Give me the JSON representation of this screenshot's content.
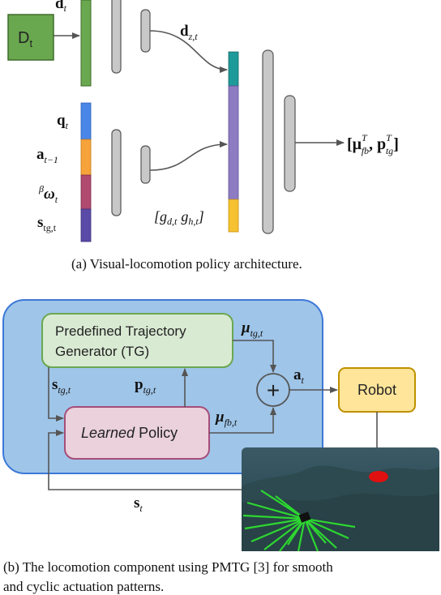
{
  "part_a": {
    "depth_input": "D",
    "depth_input_sub": "t",
    "depth_label": "d",
    "depth_label_sub": "t",
    "latent_label": "d",
    "latent_label_sub": "z,t",
    "state_labels": [
      {
        "main": "q",
        "sub": "t",
        "bold": true
      },
      {
        "main": "a",
        "sub": "t−1",
        "bold": true
      },
      {
        "pre": "β",
        "main": "ω",
        "sub": "t",
        "bold": true
      },
      {
        "main": "s",
        "sub": "tg,t",
        "bold": true
      }
    ],
    "tg_params": "[g",
    "tg_params_text": [
      "g",
      "d,t",
      "g",
      "h,t"
    ],
    "output_text": [
      "[μ",
      "T",
      "fb",
      ", p",
      "T",
      "tg",
      "]"
    ],
    "caption": "(a) Visual-locomotion policy architecture."
  },
  "part_b": {
    "tg_box_line1": "Predefined Trajectory",
    "tg_box_line2": "Generator (TG)",
    "policy_italic": "Learned",
    "policy_rest": " Policy",
    "robot_label": "Robot",
    "mu_tg": [
      "μ",
      "tg,t"
    ],
    "mu_fb": [
      "μ",
      "fb,t"
    ],
    "s_tg": [
      "s",
      "tg,t"
    ],
    "p_tg": [
      "p",
      "tg,t"
    ],
    "a_t": [
      "a",
      "t"
    ],
    "s_t": [
      "s",
      "t"
    ],
    "sum_symbol": "+",
    "caption_line1": "(b) The locomotion component using PMTG [3] for smooth",
    "caption_line2": "and cyclic actuation patterns."
  },
  "colors": {
    "depth_green": "#6aa84f",
    "box_gray": "#c8c8c8",
    "q_blue": "#4a86e8",
    "a_orange": "#f6a33b",
    "omega_red": "#b04a6e",
    "s_purple": "#5b4ba8",
    "concat_teal": "#1f9a9a",
    "concat_purple": "#8e7cc3",
    "concat_yellow": "#f6c232",
    "panel_blue": "#9fc5e8",
    "panel_border": "#3c78d8",
    "tg_green": "#d9ead3",
    "tg_border": "#6aa84f",
    "policy_pink": "#ead1dc",
    "policy_border": "#a64d79",
    "robot_yellow": "#ffe599",
    "robot_border": "#bf9000"
  }
}
